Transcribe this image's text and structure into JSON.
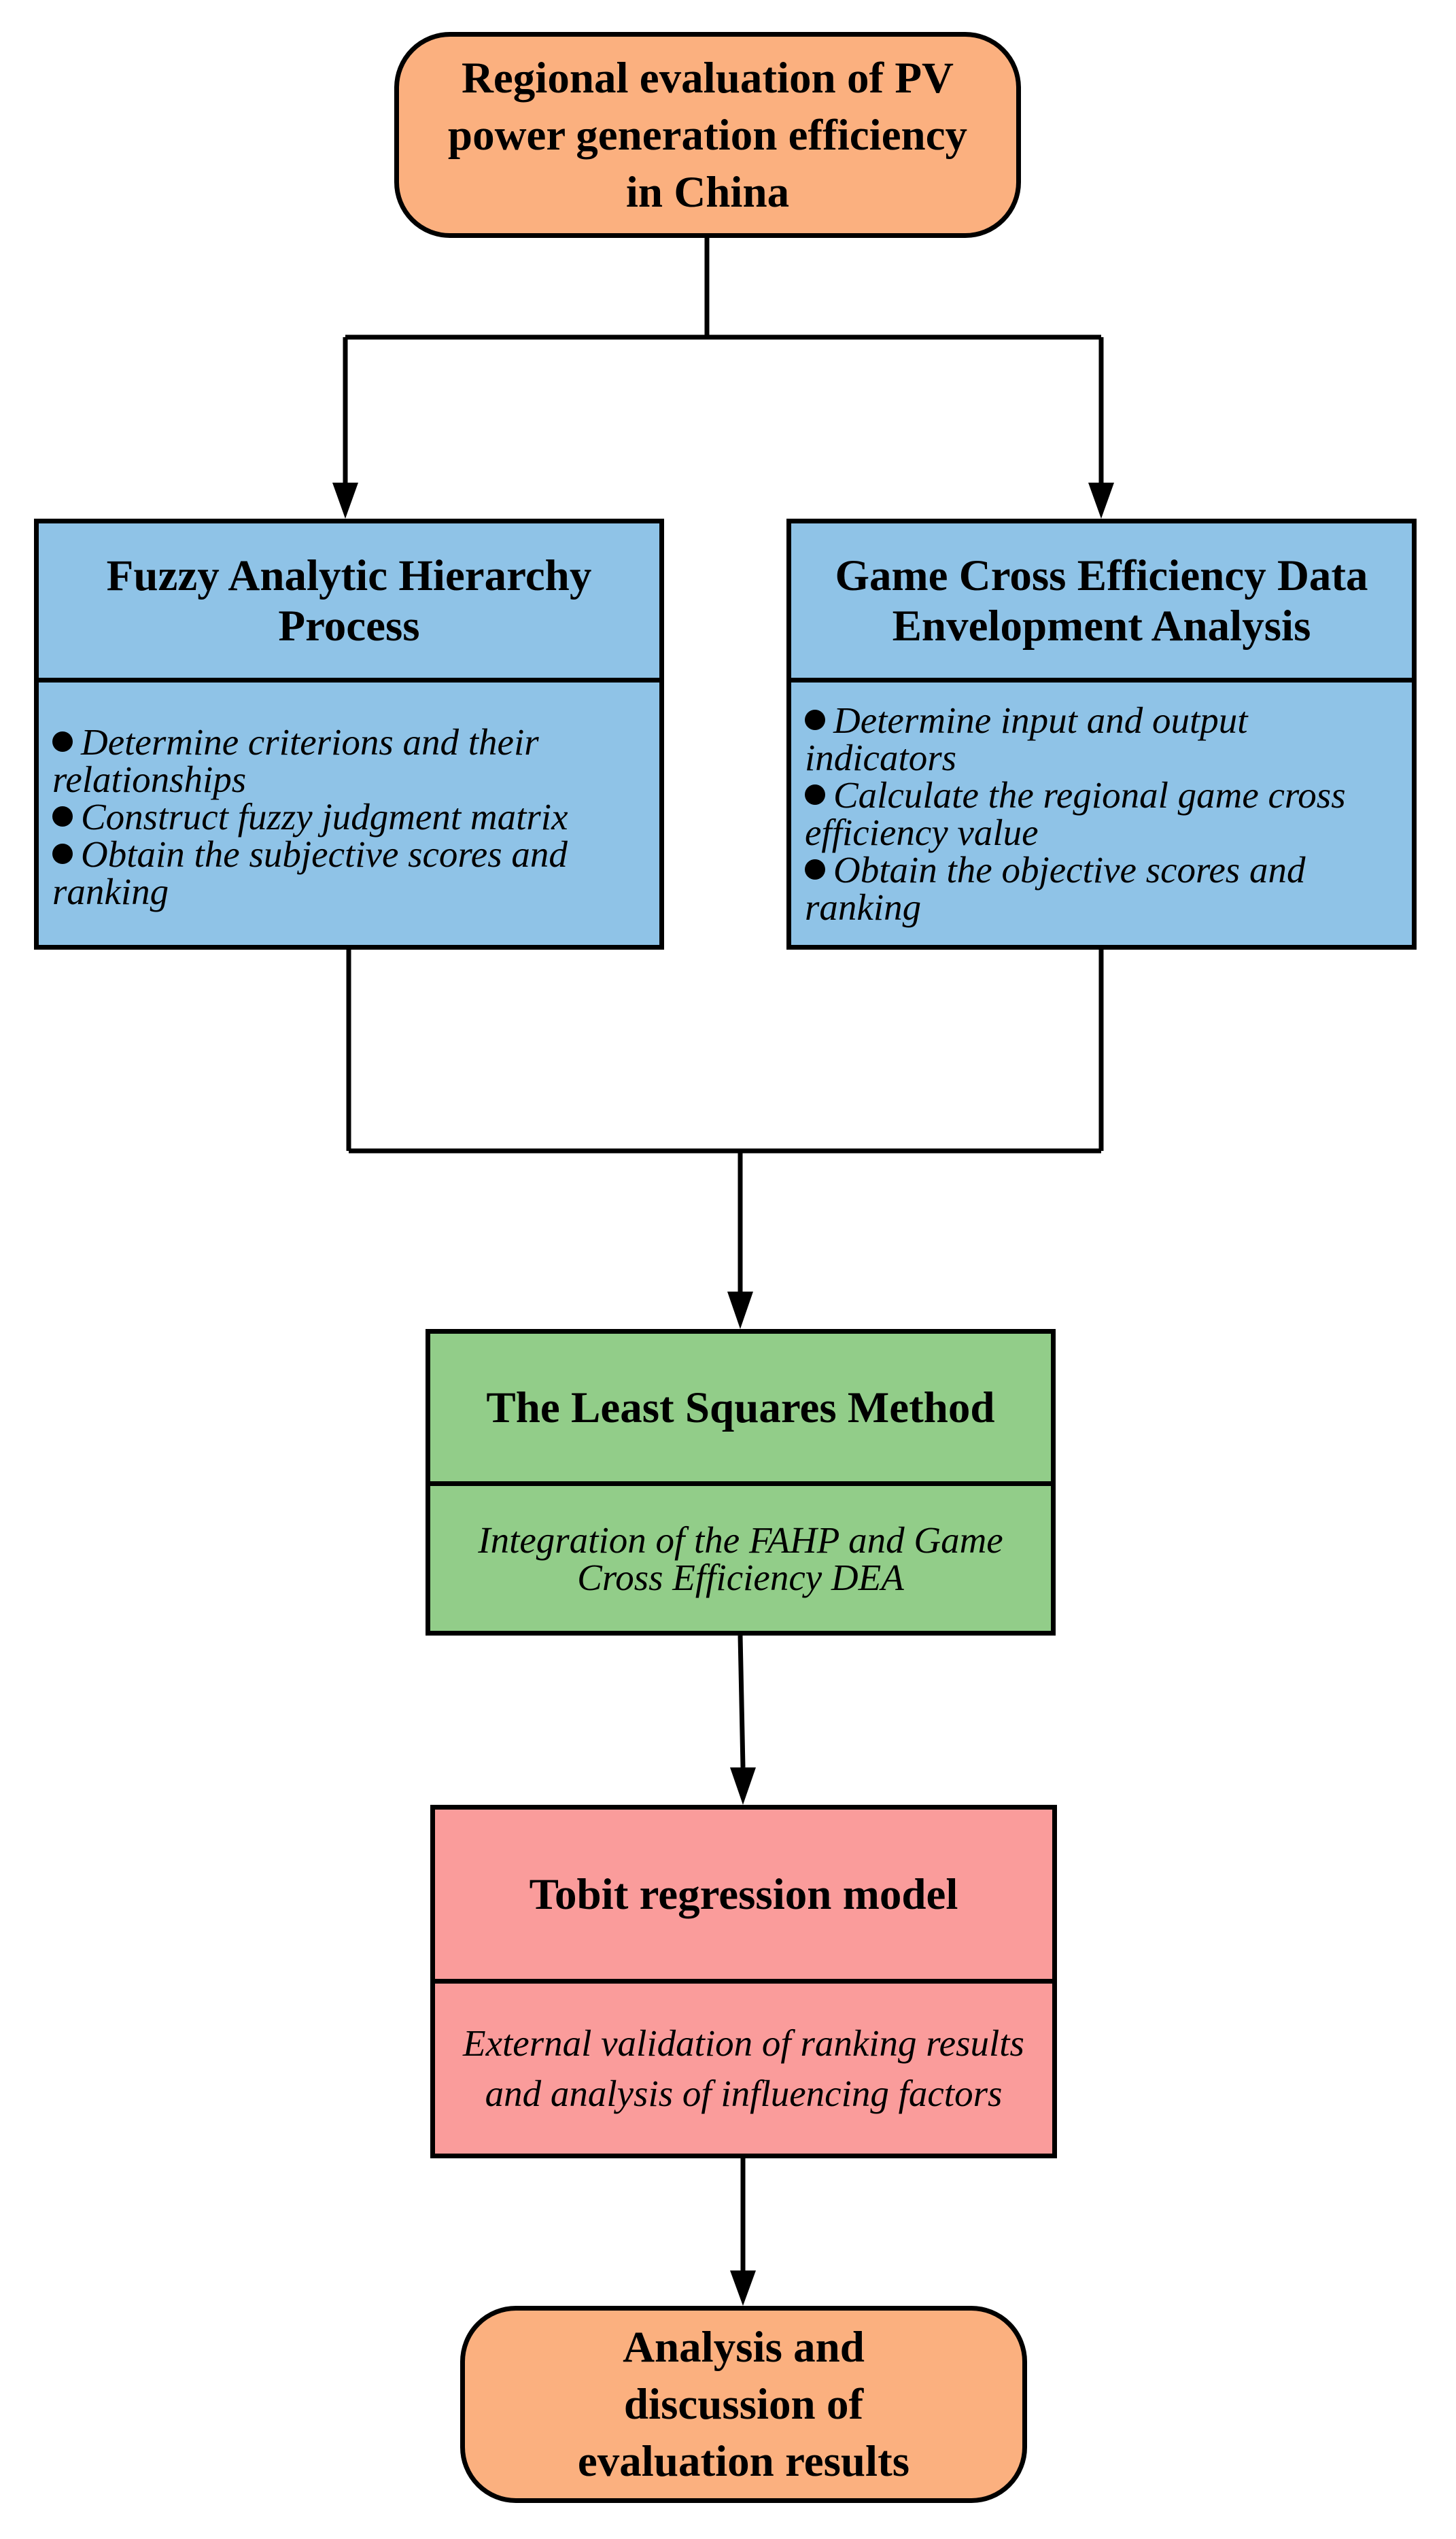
{
  "top": {
    "title": "Regional evaluation of PV power generation efficiency in China"
  },
  "fahp": {
    "title": "Fuzzy Analytic Hierarchy Process",
    "items": [
      "Determine criterions and their relationships",
      "Construct fuzzy judgment matrix",
      "Obtain the subjective scores and ranking"
    ]
  },
  "dea": {
    "title": "Game Cross Efficiency Data Envelopment Analysis",
    "items": [
      "Determine input and output indicators",
      "Calculate the regional game cross efficiency value",
      "Obtain the objective scores and ranking"
    ]
  },
  "lsm": {
    "title": "The Least Squares Method",
    "body": "Integration of the FAHP and Game Cross Efficiency DEA"
  },
  "tobit": {
    "title": "Tobit regression model",
    "body": "External validation of ranking results and analysis of influencing factors"
  },
  "final": {
    "title": "Analysis and discussion of evaluation results"
  },
  "colors": {
    "terminal": "#FBB07F",
    "fahp_dea": "#8FC3E7",
    "lsm": "#92CD89",
    "tobit": "#FA9C9B",
    "lines": "#000000"
  }
}
